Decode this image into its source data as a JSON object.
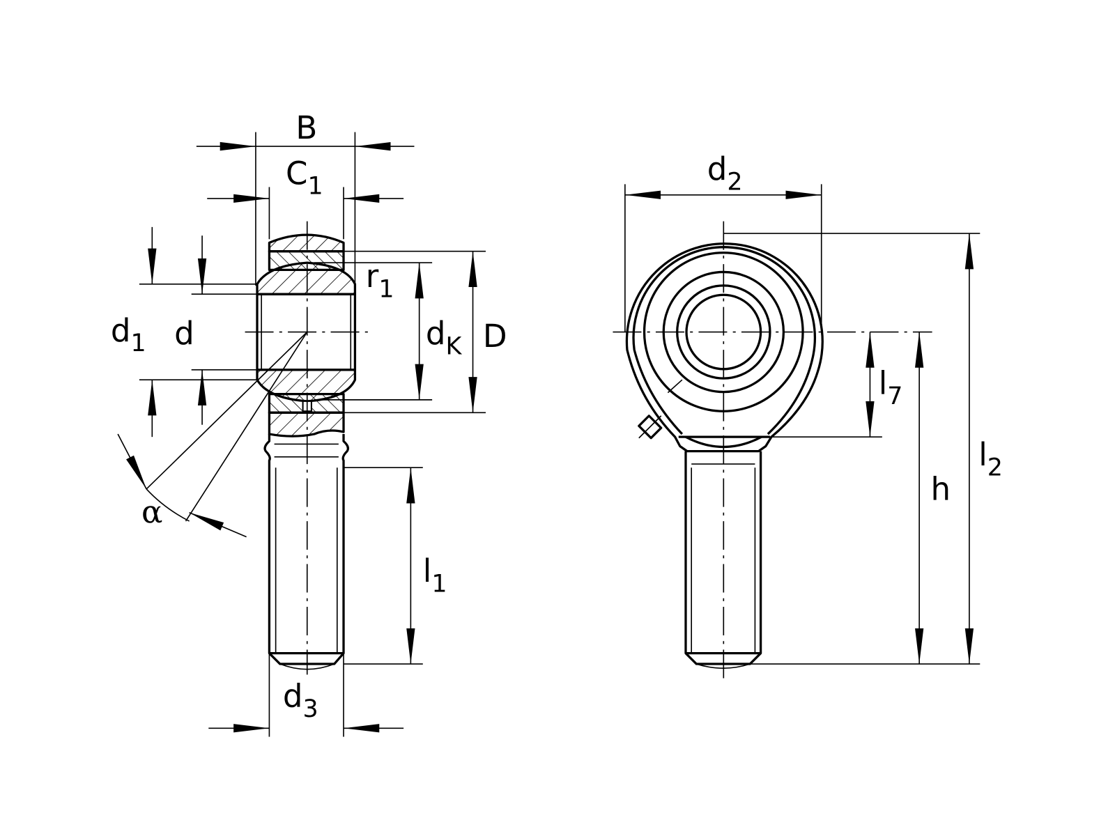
{
  "title": "Rod end with male thread - dimension drawing",
  "labels": {
    "B": {
      "main": "B"
    },
    "C1": {
      "main": "C",
      "sub": "1"
    },
    "r1": {
      "main": "r",
      "sub": "1"
    },
    "d1": {
      "main": "d",
      "sub": "1"
    },
    "d": {
      "main": "d"
    },
    "dK": {
      "main": "d",
      "sub": "K"
    },
    "D": {
      "main": "D"
    },
    "alpha": {
      "main": "α"
    },
    "l1": {
      "main": "l",
      "sub": "1"
    },
    "d3": {
      "main": "d",
      "sub": "3"
    },
    "d2": {
      "main": "d",
      "sub": "2"
    },
    "l7": {
      "main": "l",
      "sub": "7"
    },
    "h": {
      "main": "h"
    },
    "l2": {
      "main": "l",
      "sub": "2"
    }
  },
  "colors": {
    "line": "#000000",
    "background": "#ffffff"
  }
}
